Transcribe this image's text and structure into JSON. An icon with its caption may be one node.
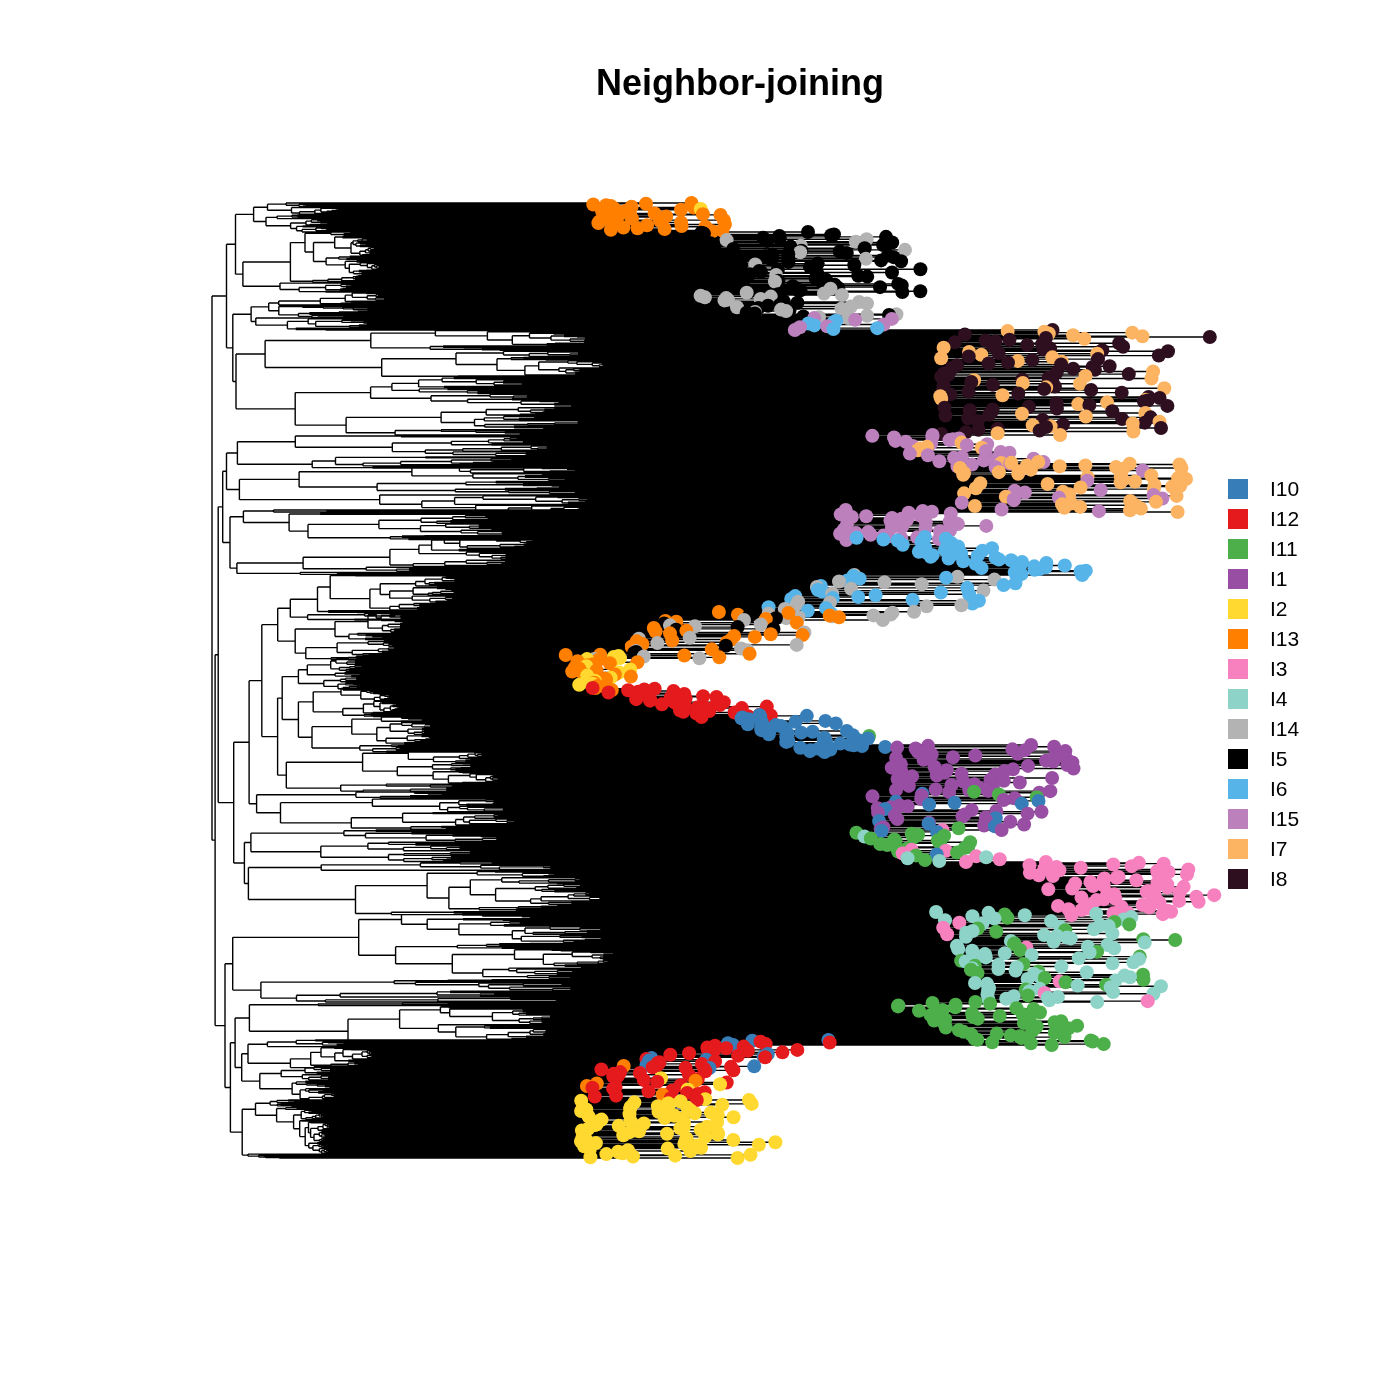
{
  "diagram": {
    "title": "Neighbor-joining",
    "legend": [
      {
        "text": "I10",
        "color": "#377eb8"
      },
      {
        "text": "I12",
        "color": "#e41a1c"
      },
      {
        "text": "I11",
        "color": "#4daf4a"
      },
      {
        "text": "I1",
        "color": "#984ea3"
      },
      {
        "text": "I2",
        "color": "#ffd92f"
      },
      {
        "text": "I13",
        "color": "#ff7f00"
      },
      {
        "text": "I3",
        "color": "#f781bf"
      },
      {
        "text": "I4",
        "color": "#8dd3c7"
      },
      {
        "text": "I14",
        "color": "#b3b3b3"
      },
      {
        "text": "I5",
        "color": "#000000"
      },
      {
        "text": "I6",
        "color": "#56b4e9"
      },
      {
        "text": "I15",
        "color": "#bc80bd"
      },
      {
        "text": "I7",
        "color": "#fdb462"
      },
      {
        "text": "I8",
        "color": "#2d0f1f"
      }
    ]
  }
}
